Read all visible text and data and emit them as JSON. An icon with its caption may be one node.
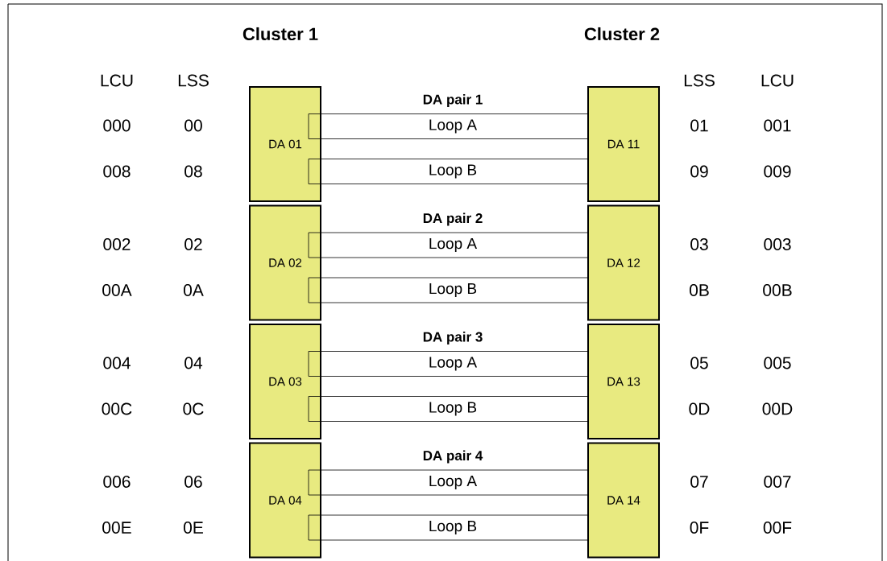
{
  "diagram": {
    "nodes": [
      {
        "text": [
          "DA 01"
        ]
      },
      {
        "text": [
          "Loop A"
        ]
      },
      {
        "text": [
          "Loop B"
        ]
      },
      {
        "text": [
          "DA 11"
        ]
      },
      {
        "text": [
          "DA 02"
        ]
      },
      {
        "text": [
          "Loop A"
        ]
      },
      {
        "text": [
          "Loop B"
        ]
      },
      {
        "text": [
          "DA 12"
        ]
      },
      {
        "text": [
          "DA 03"
        ]
      },
      {
        "text": [
          "Loop A"
        ]
      },
      {
        "text": [
          "Loop B"
        ]
      },
      {
        "text": [
          "DA 13"
        ]
      },
      {
        "text": [
          "DA 04"
        ]
      },
      {
        "text": [
          "Loop A"
        ]
      },
      {
        "text": [
          "Loop B"
        ]
      },
      {
        "text": [
          "DA 14"
        ]
      }
    ],
    "labels": [
      "Cluster 1",
      "Cluster 2",
      "LCU",
      "LSS",
      "LSS",
      "LCU",
      "DA pair 1",
      "000",
      "00",
      "01",
      "001",
      "008",
      "08",
      "09",
      "009",
      "DA pair 2",
      "002",
      "02",
      "03",
      "003",
      "00A",
      "0A",
      "0B",
      "00B",
      "DA pair 3",
      "004",
      "04",
      "05",
      "005",
      "00C",
      "0C",
      "0D",
      "00D",
      "DA pair 4",
      "006",
      "06",
      "07",
      "007",
      "00E",
      "0E",
      "0F",
      "00F"
    ]
  }
}
